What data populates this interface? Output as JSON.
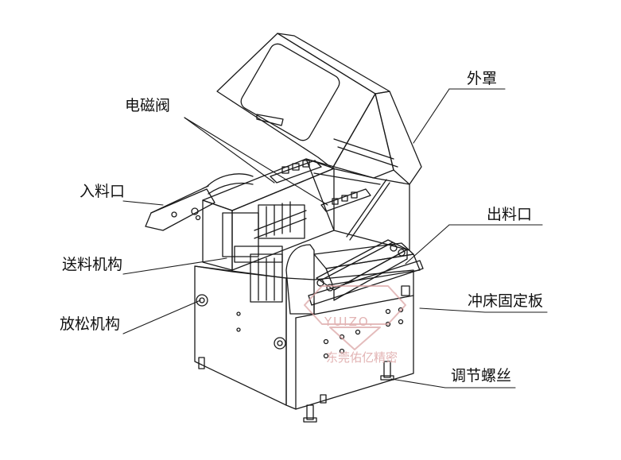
{
  "labels": {
    "solenoid_valve": "电磁阀",
    "outer_cover": "外罩",
    "feed_inlet": "入料口",
    "outlet": "出料口",
    "feeding_mechanism": "送料机构",
    "punch_fixing_plate": "冲床固定板",
    "release_mechanism": "放松机构",
    "adjusting_screw": "调节螺丝"
  },
  "watermark": {
    "brand": "YUIZO.",
    "company": "东莞佑亿精密"
  },
  "colors": {
    "line": "#1a1a1a",
    "label": "#111111",
    "watermark": "#d9a0a0"
  }
}
